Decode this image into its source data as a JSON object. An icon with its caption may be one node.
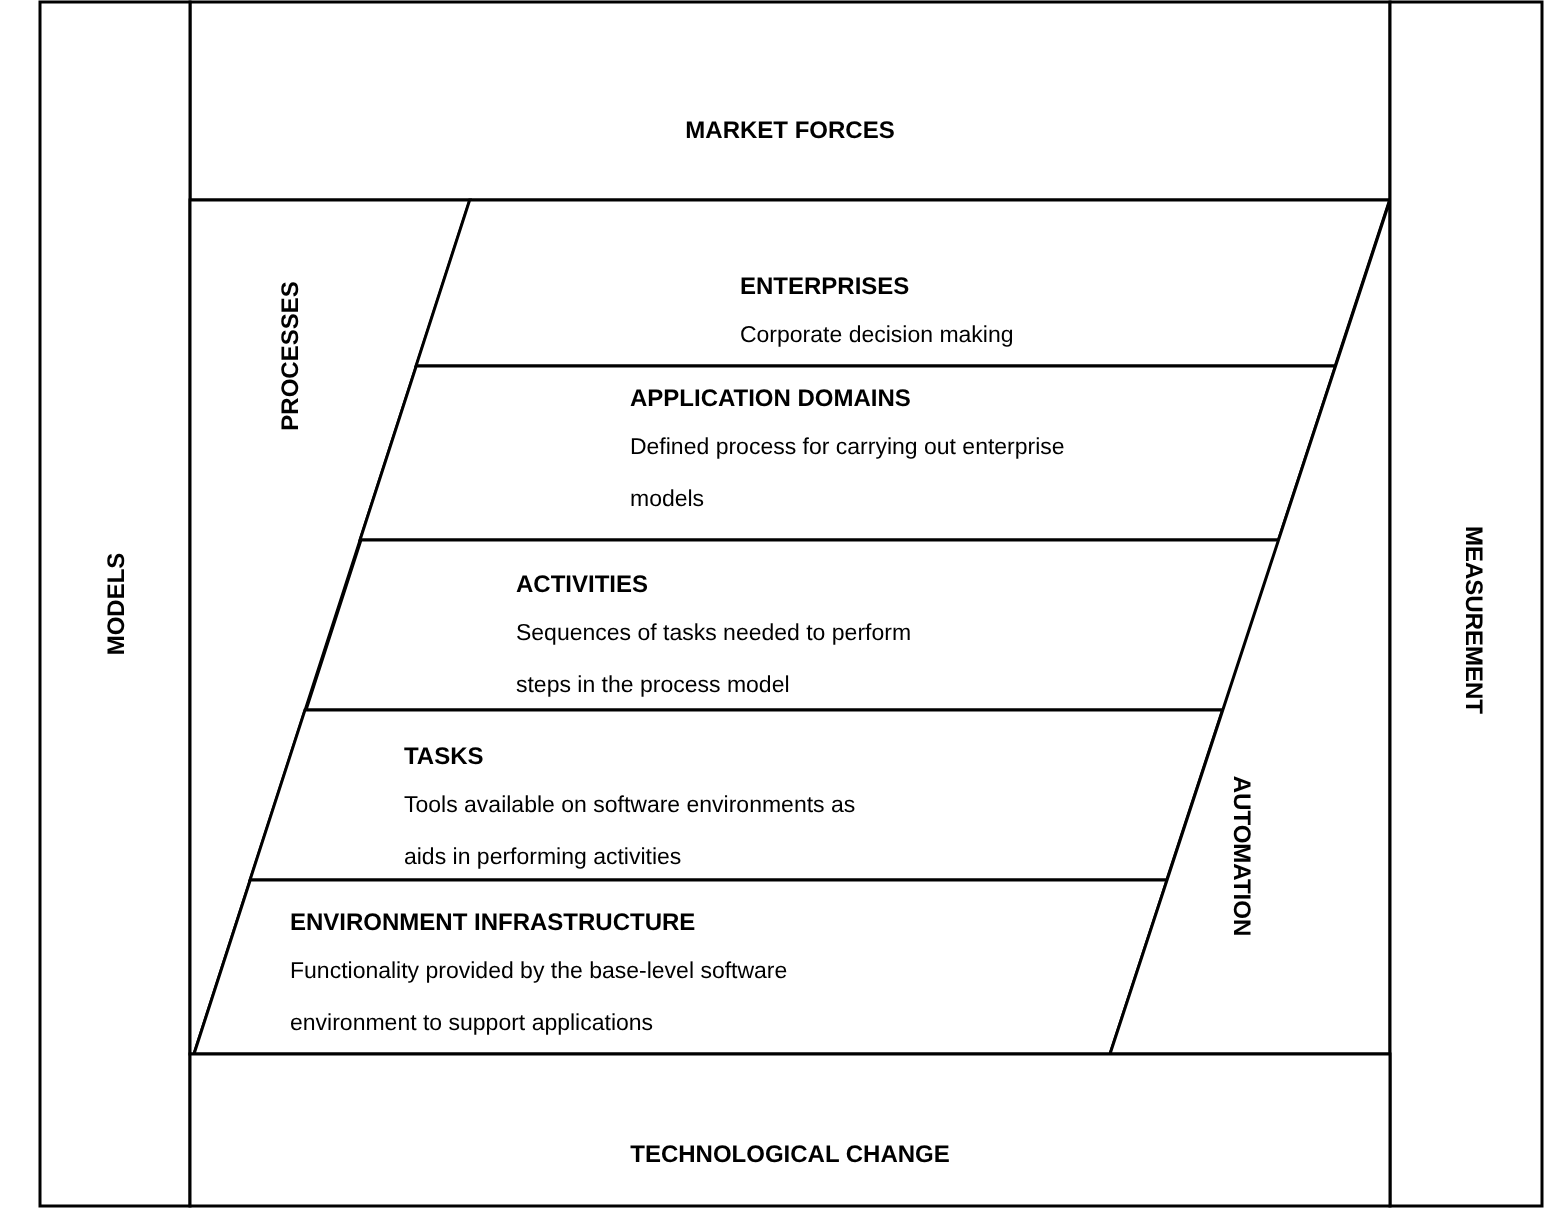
{
  "diagram": {
    "nodes": [
      {
        "text": [
          "MARKET FORCES"
        ]
      },
      {
        "text": [
          "MODELS"
        ]
      },
      {
        "text": [
          "PROCESSES"
        ]
      },
      {
        "text": [
          "ENTERPRISES",
          "Corporate decision making"
        ]
      },
      {
        "text": [
          "APPLICATION DOMAINS",
          "Defined process for carrying out enterprise models"
        ]
      },
      {
        "text": [
          "ACTIVITIES",
          "Sequences of tasks needed to perform steps in the process model"
        ]
      },
      {
        "text": [
          "TASKS",
          "Tools available on software environments as aids in performing activities"
        ]
      },
      {
        "text": [
          "ENVIRONMENT INFRASTRUCTURE",
          "Functionality provided by the base-level software environment to support applications"
        ]
      },
      {
        "text": [
          "AUTOMATION"
        ]
      },
      {
        "text": [
          "MEASUREMENT"
        ]
      },
      {
        "text": [
          "TECHNOLOGICAL CHANGE"
        ]
      }
    ]
  }
}
